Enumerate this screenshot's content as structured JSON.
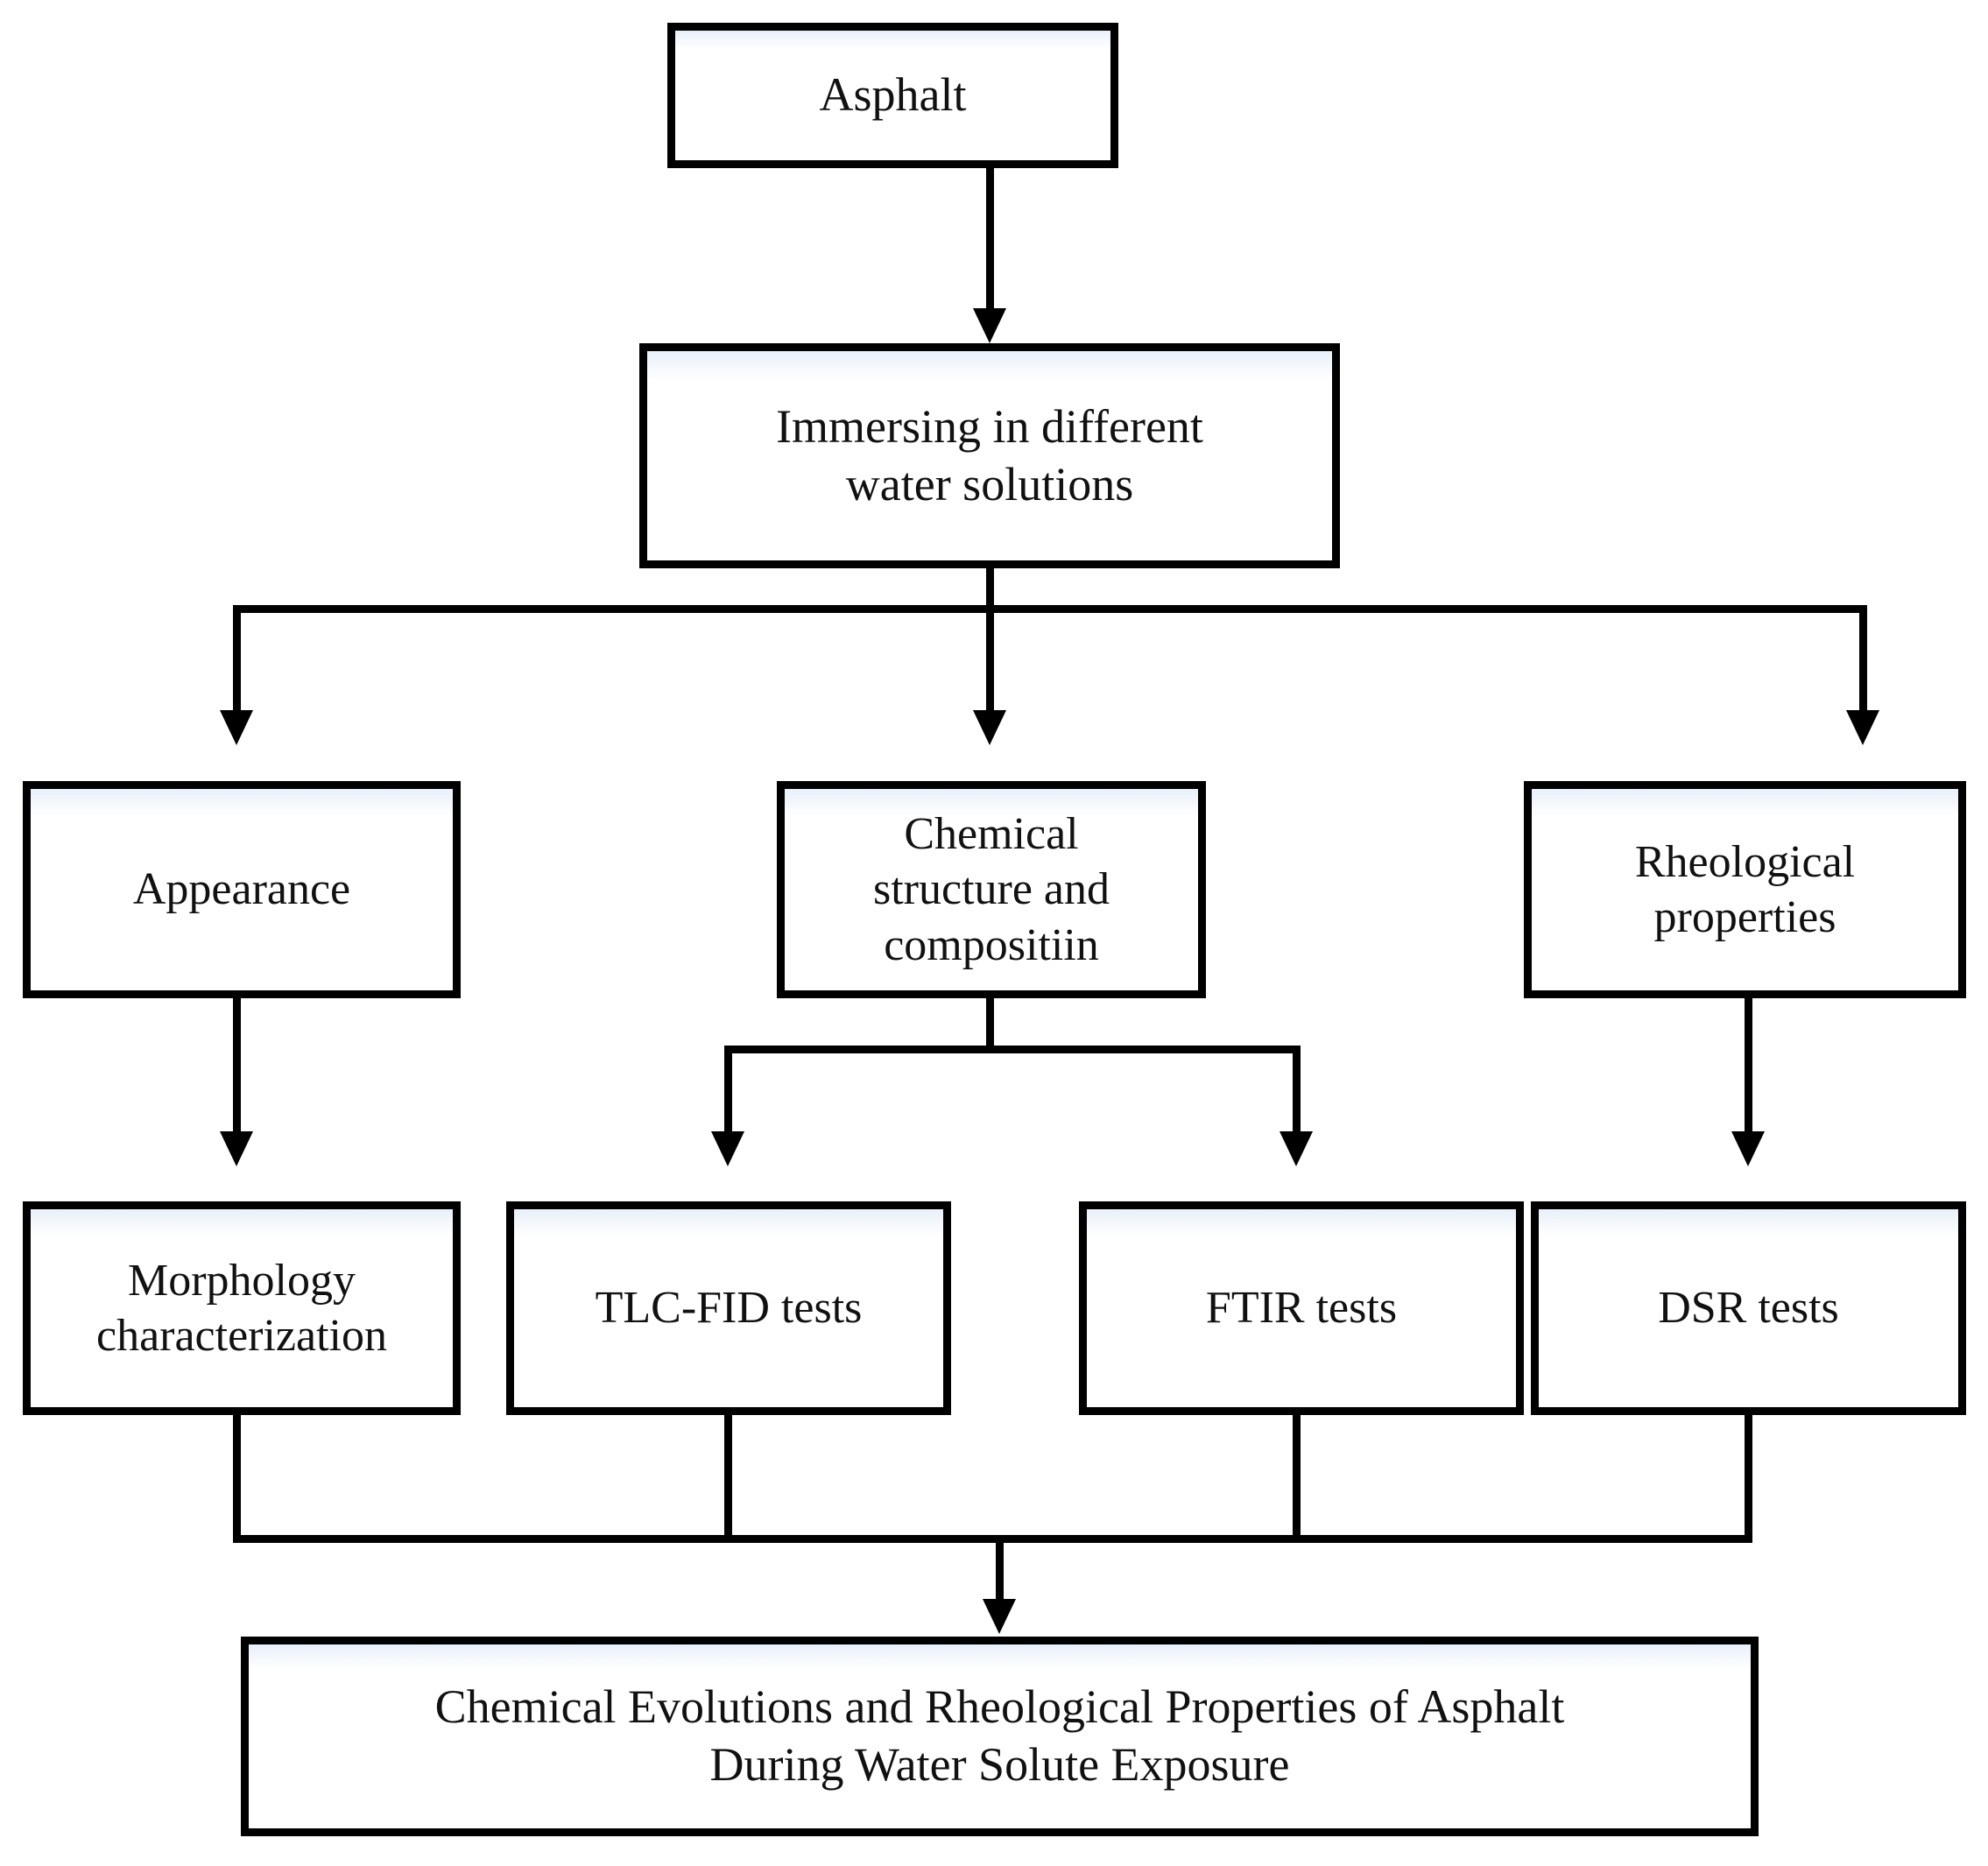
{
  "diagram": {
    "title_flow": "Asphalt water solute exposure research flowchart",
    "nodes": {
      "asphalt": "Asphalt",
      "immersing": "Immersing in different\nwater solutions",
      "appearance": "Appearance",
      "chemical": "Chemical\nstructure and\ncompositiin",
      "rheological": "Rheological\nproperties",
      "morphology": "Morphology\ncharacterization",
      "tlc_fid": "TLC-FID tests",
      "ftir": "FTIR tests",
      "dsr": "DSR tests",
      "outcome": "Chemical Evolutions and Rheological Properties of Asphalt\nDuring Water Solute Exposure"
    },
    "colors": {
      "line": "#000000",
      "box_fill": "#ffffff",
      "text": "#111111",
      "inner_tint": "#e8f0fa"
    }
  }
}
